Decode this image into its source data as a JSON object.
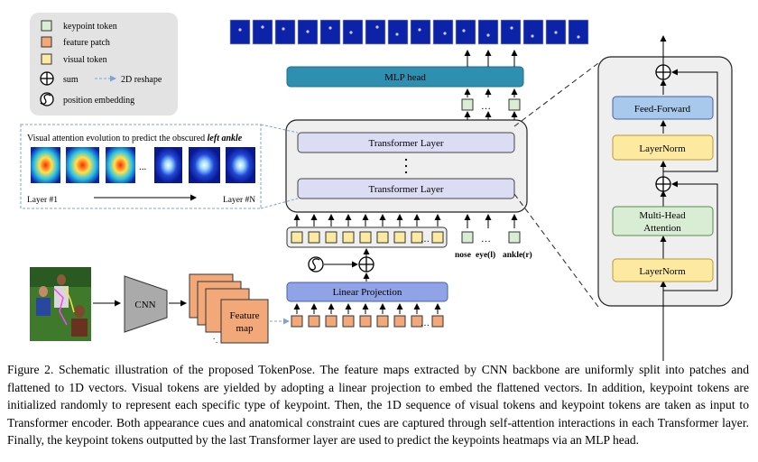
{
  "legend": {
    "keypoint_token": "keypoint token",
    "feature_patch": "feature patch",
    "visual_token": "visual token",
    "sum": "sum",
    "reshape": "2D reshape",
    "position_embedding": "position embedding"
  },
  "blocks": {
    "mlp_head": "MLP head",
    "transformer_layer_top": "Transformer Layer",
    "transformer_layer_bottom": "Transformer Layer",
    "linear_projection": "Linear Projection",
    "cnn": "CNN",
    "feature_map_line1": "Feature",
    "feature_map_line2": "map"
  },
  "attention_panel": {
    "title_prefix": "Visual attention evolution to predict the obscured ",
    "title_emph": "left ankle",
    "layer_first": "Layer #1",
    "layer_last": "Layer #N",
    "ellipsis": "..."
  },
  "keypoint_labels": {
    "nose": "nose",
    "eye_l": "eye(l)",
    "ellipsis": "...",
    "ankle_r": "ankle(r)"
  },
  "encoder_detail": {
    "feed_forward": "Feed-Forward",
    "layernorm_top": "LayerNorm",
    "mha_line1": "Multi-Head",
    "mha_line2": "Attention",
    "layernorm_bottom": "LayerNorm"
  },
  "colors": {
    "mlp_head": "#2e8fb0",
    "transformer_panel": "#efefef",
    "transformer_layer": "#dcdcf5",
    "linear_projection": "#8fa3e6",
    "feature_patch": "#f2a878",
    "visual_token": "#fde9a0",
    "keypoint_token": "#d9ecd4",
    "feed_forward": "#a8c8ec",
    "layernorm": "#fde9a0",
    "mha": "#d9ecd4",
    "cnn": "#aaaaaa"
  },
  "caption": "Figure 2. Schematic illustration of the proposed TokenPose. The feature maps extracted by CNN backbone are uniformly split into patches and flattened to 1D vectors. Visual tokens are yielded by adopting a linear projection to embed the flattened vectors. In addition, keypoint tokens are initialized randomly to represent each specific type of keypoint. Then, the 1D sequence of visual tokens and keypoint tokens are taken as input to Transformer encoder. Both appearance cues and anatomical constraint cues are captured through self-attention interactions in each Transformer layer. Finally, the keypoint tokens outputted by the last Transformer layer are used to predict the keypoints heatmaps via an MLP head."
}
